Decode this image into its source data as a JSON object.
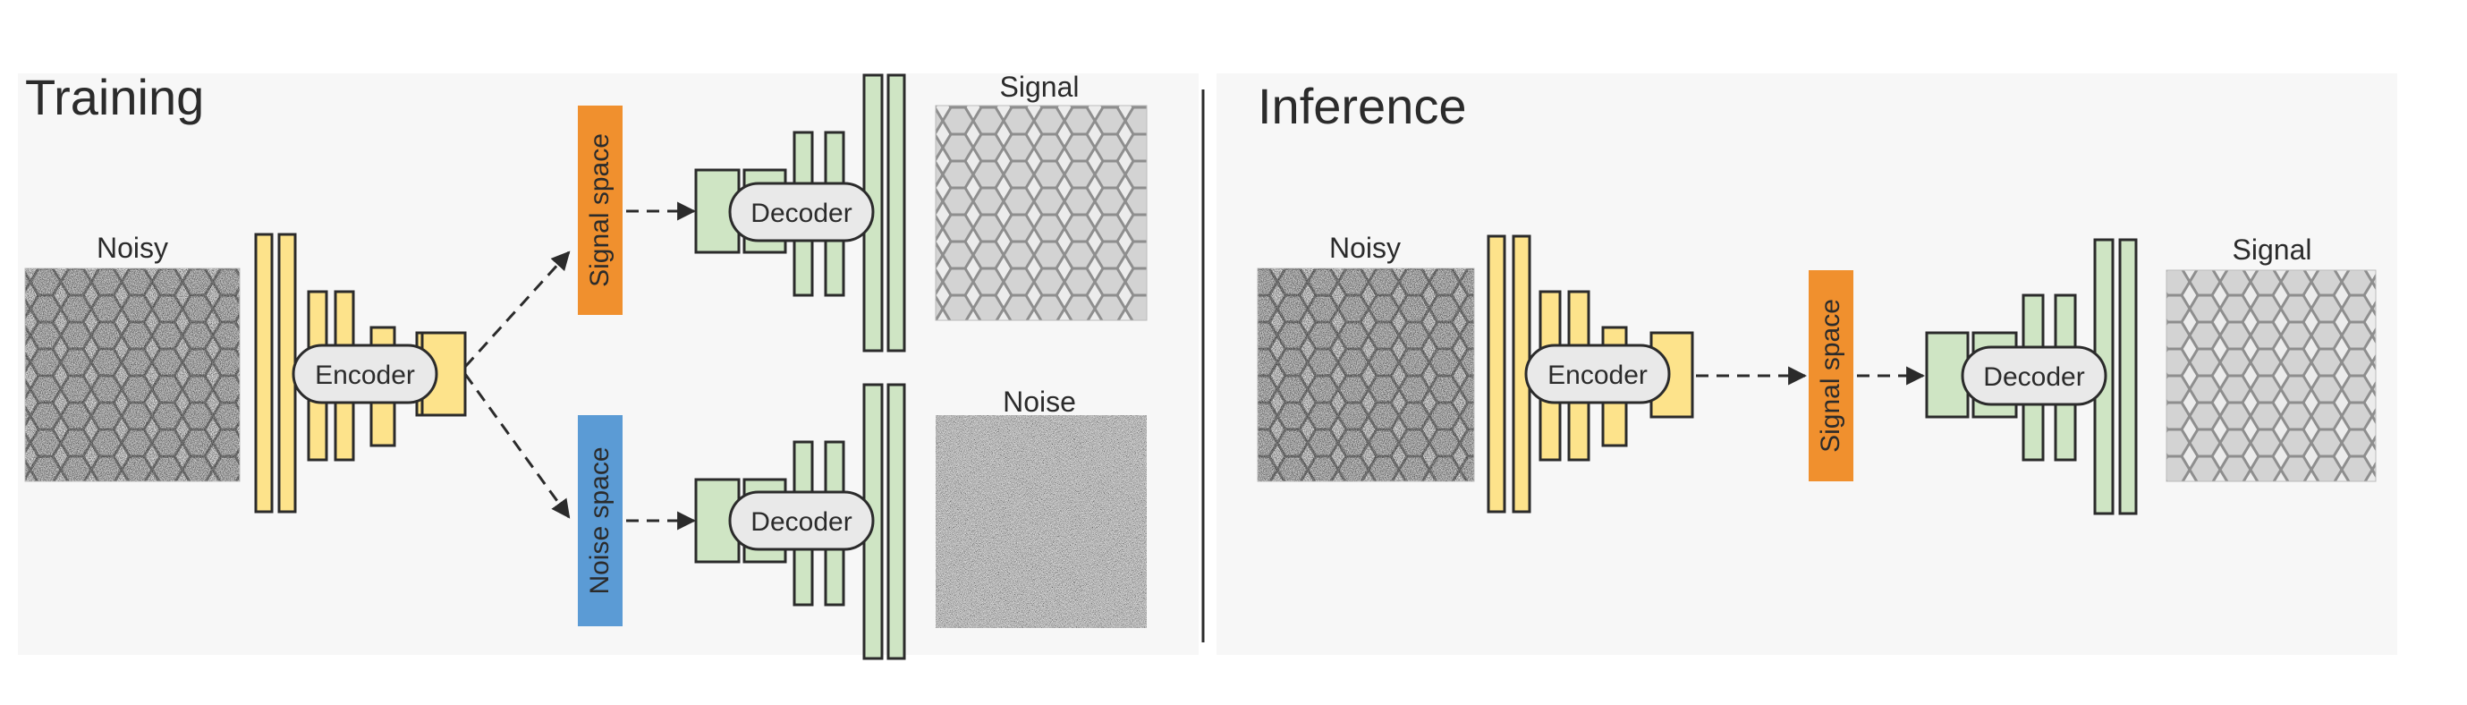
{
  "training": {
    "title": "Training",
    "input_label": "Noisy",
    "encoder_label": "Encoder",
    "signal_space_label": "Signal space",
    "noise_space_label": "Noise space",
    "decoder_label": "Decoder",
    "signal_output_label": "Signal",
    "noise_output_label": "Noise"
  },
  "inference": {
    "title": "Inference",
    "input_label": "Noisy",
    "encoder_label": "Encoder",
    "signal_space_label": "Signal space",
    "decoder_label": "Decoder",
    "signal_output_label": "Signal"
  },
  "colors": {
    "panel_background": "#f7f7f7",
    "encoder_fill": "#fde38b",
    "encoder_stroke": "#2b2b2b",
    "decoder_fill": "#cfe5c4",
    "decoder_stroke": "#2b2b2b",
    "signal_space_fill": "#f0902e",
    "noise_space_fill": "#5b9bd5",
    "label_pill_fill": "#e9e9e9",
    "arrow": "#2b2b2b",
    "divider": "#2b2b2b"
  }
}
